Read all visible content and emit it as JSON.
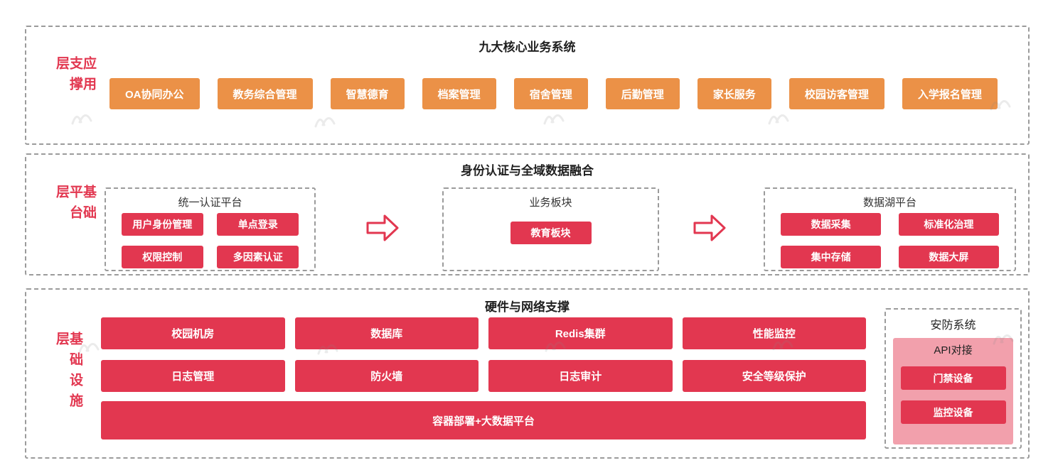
{
  "colors": {
    "orange": "#EB9147",
    "red": "#E23750",
    "pink_panel": "#F2A0AC",
    "dashed_border": "#9B9B9B",
    "layer_label_red": "#E23750"
  },
  "icons": {
    "arrow": "right-block-arrow-icon",
    "watermark": "brand-watermark-icon"
  },
  "layers": {
    "app": {
      "label": "应用支撑层",
      "title": "九大核心业务系统",
      "items": [
        "OA协同办公",
        "教务综合管理",
        "智慧德育",
        "档案管理",
        "宿舍管理",
        "后勤管理",
        "家长服务",
        "校园访客管理",
        "入学报名管理"
      ]
    },
    "platform": {
      "label": "基础平台层",
      "title": "身份认证与全域数据融合",
      "groups": [
        {
          "title": "统一认证平台",
          "items": [
            "用户身份管理",
            "单点登录",
            "权限控制",
            "多因素认证"
          ]
        },
        {
          "title": "业务板块",
          "items": [
            "教育板块"
          ]
        },
        {
          "title": "数据湖平台",
          "items": [
            "数据采集",
            "标准化治理",
            "集中存储",
            "数据大屏"
          ]
        }
      ]
    },
    "infra": {
      "label": "基础设施层",
      "title": "硬件与网络支撑",
      "rows": [
        [
          "校园机房",
          "数据库",
          "Redis集群",
          "性能监控"
        ],
        [
          "日志管理",
          "防火墙",
          "日志审计",
          "安全等级保护"
        ]
      ],
      "wide": "容器部署+大数据平台",
      "security": {
        "title": "安防系统",
        "subtitle": "API对接",
        "items": [
          "门禁设备",
          "监控设备"
        ]
      }
    }
  }
}
